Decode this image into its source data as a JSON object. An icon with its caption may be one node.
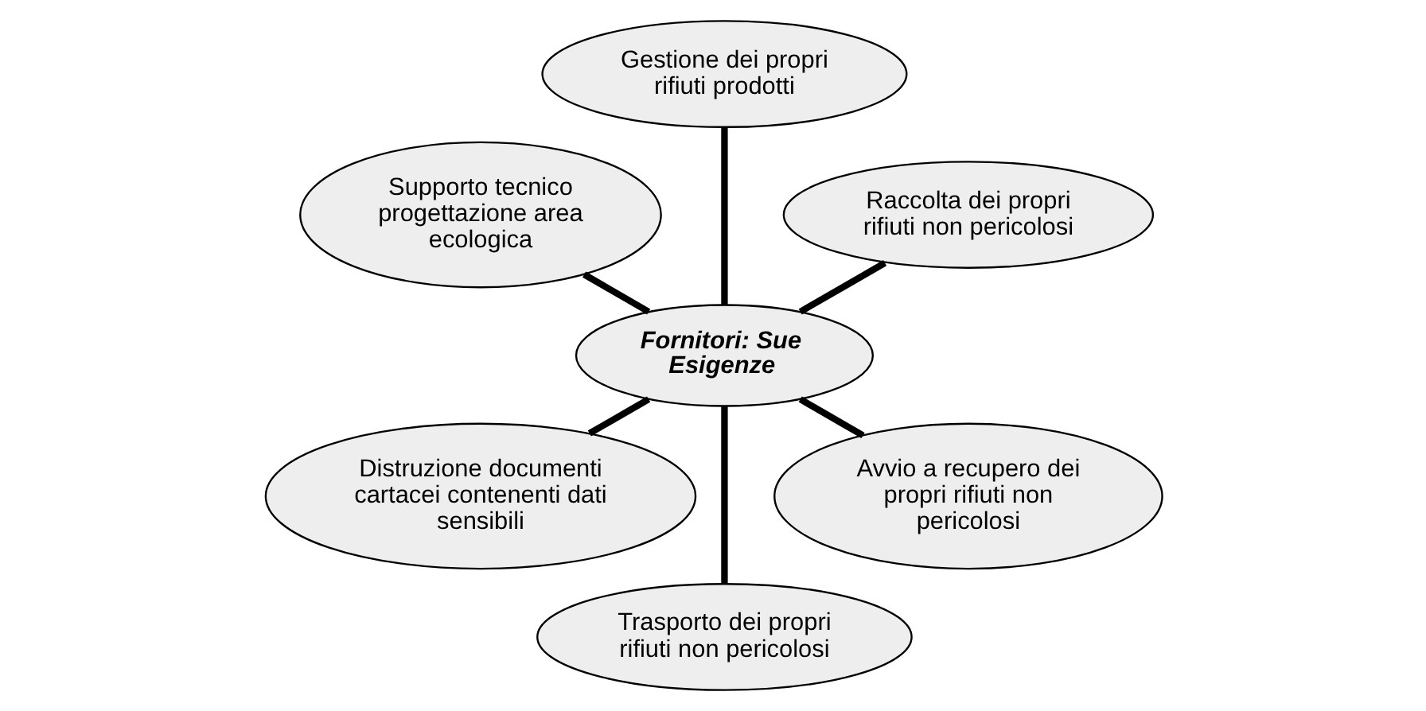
{
  "diagram": {
    "nodes": [
      {
        "text": [
          "Raccolta dei propri rifiuti non pericolosi"
        ]
      },
      {
        "text": [
          "Gestione dei propri rifiuti prodotti"
        ]
      },
      {
        "text": [
          "Supporto tecnico progettazione area ecologica"
        ]
      },
      {
        "text": [
          "Fornitori: Sue Esigenze"
        ]
      },
      {
        "text": [
          "Distruzione documenti cartacei contenenti dati sensibili"
        ]
      },
      {
        "text": [
          "Trasporto dei propri rifiuti non pericolosi"
        ]
      },
      {
        "text": [
          "Avvio a recupero dei propri rifiuti non pericolosi"
        ]
      }
    ],
    "edges": [
      {
        "from": 3,
        "to": 0,
        "arrow": "none"
      },
      {
        "from": 3,
        "to": 2,
        "arrow": "none"
      },
      {
        "from": 3,
        "to": 5,
        "arrow": "none"
      },
      {
        "from": 3,
        "to": 6,
        "arrow": "none"
      },
      {
        "from": 3,
        "to": 4,
        "arrow": "none"
      },
      {
        "from": 3,
        "to": 1,
        "arrow": "none"
      }
    ]
  }
}
